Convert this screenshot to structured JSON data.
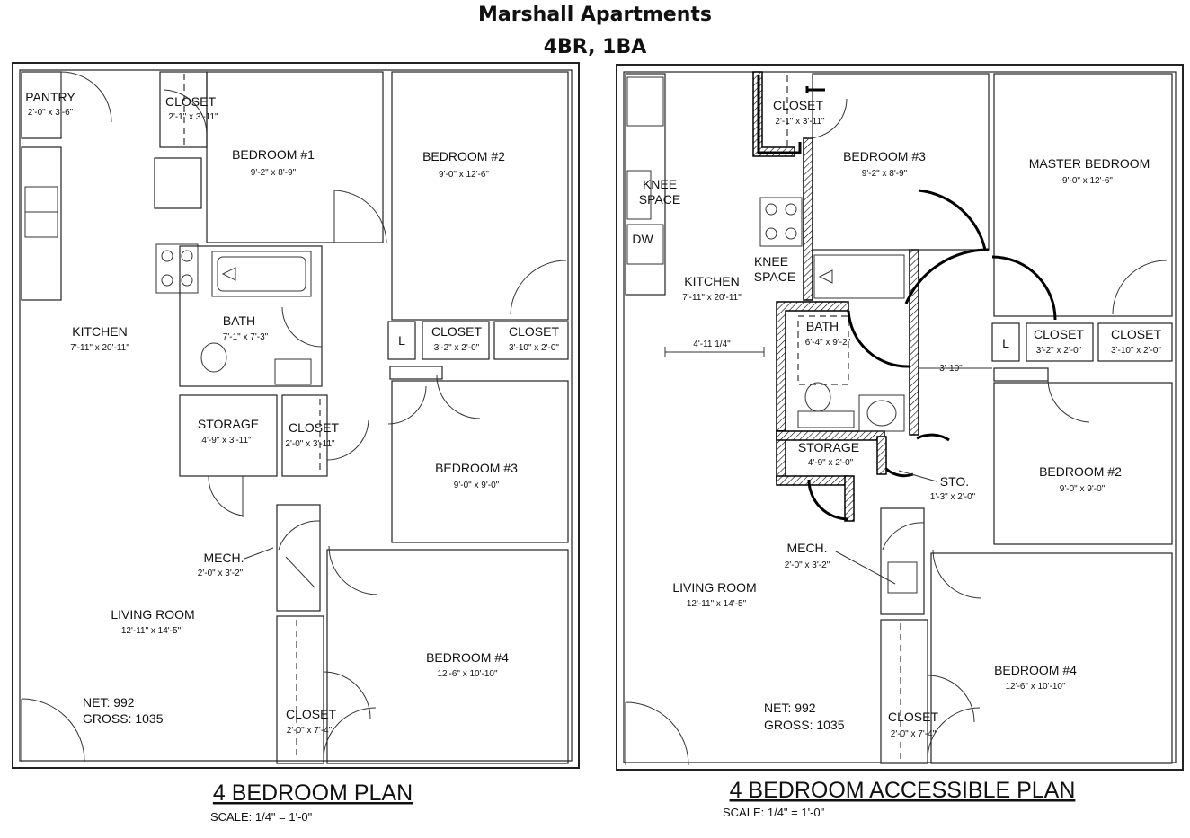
{
  "header": {
    "title": "Marshall Apartments",
    "subtitle": "4BR, 1BA"
  },
  "plan_left": {
    "title": "4 BEDROOM PLAN",
    "scale": "SCALE:  1/4\" = 1'-0\"",
    "rooms": {
      "pantry": {
        "name": "PANTRY",
        "dim": "2'-0\" x 3'-6\""
      },
      "closet_top": {
        "name": "CLOSET",
        "dim": "2'-1\" x 3'-11\""
      },
      "bedroom1": {
        "name": "BEDROOM #1",
        "dim": "9'-2\" x 8'-9\""
      },
      "bedroom2": {
        "name": "BEDROOM #2",
        "dim": "9'-0\" x 12'-6\""
      },
      "kitchen": {
        "name": "KITCHEN",
        "dim": "7'-11\" x 20'-11\""
      },
      "bath": {
        "name": "BATH",
        "dim": "7'-1\" x 7'-3\""
      },
      "closet_mid_a": {
        "name": "CLOSET",
        "dim": "3'-2\" x 2'-0\""
      },
      "closet_mid_b": {
        "name": "CLOSET",
        "dim": "3'-10\" x 2'-0\""
      },
      "linen": {
        "name": "L"
      },
      "storage": {
        "name": "STORAGE",
        "dim": "4'-9\" x 3'-11\""
      },
      "closet_store": {
        "name": "CLOSET",
        "dim": "2'-0\" x 3'-11\""
      },
      "bedroom3": {
        "name": "BEDROOM #3",
        "dim": "9'-0\" x 9'-0\""
      },
      "mech": {
        "name": "MECH.",
        "dim": "2'-0\" x 3'-2\""
      },
      "living": {
        "name": "LIVING ROOM",
        "dim": "12'-11\" x 14'-5\""
      },
      "bedroom4": {
        "name": "BEDROOM #4",
        "dim": "12'-6\" x 10'-10\""
      },
      "closet_bottom": {
        "name": "CLOSET",
        "dim": "2'-0\" x 7'-4\""
      }
    },
    "net": "NET: 992",
    "gross": "GROSS: 1035"
  },
  "plan_right": {
    "title": "4 BEDROOM ACCESSIBLE PLAN",
    "scale": "SCALE:  1/4\" = 1'-0\"",
    "rooms": {
      "knee_space_1": {
        "line1": "KNEE",
        "line2": "SPACE"
      },
      "dw": {
        "name": "DW"
      },
      "kitchen": {
        "name": "KITCHEN",
        "dim": "7'-11\" x 20'-11\""
      },
      "closet_top": {
        "name": "CLOSET",
        "dim": "2'-1\" x 3'-11\""
      },
      "bedroom3": {
        "name": "BEDROOM #3",
        "dim": "9'-2\" x 8'-9\""
      },
      "master": {
        "name": "MASTER BEDROOM",
        "dim": "9'-0\" x 12'-6\""
      },
      "knee_space_2": {
        "line1": "KNEE",
        "line2": "SPACE"
      },
      "bath": {
        "name": "BATH",
        "dim": "6'-4\" x 9'-2\""
      },
      "closet_mid_a": {
        "name": "CLOSET",
        "dim": "3'-2\" x 2'-0\""
      },
      "closet_mid_b": {
        "name": "CLOSET",
        "dim": "3'-10\" x 2'-0\""
      },
      "linen": {
        "name": "L"
      },
      "storage": {
        "name": "STORAGE",
        "dim": "4'-9\" x 2'-0\""
      },
      "sto": {
        "name": "STO.",
        "dim": "1'-3\" x 2'-0\""
      },
      "bedroom2": {
        "name": "BEDROOM #2",
        "dim": "9'-0\" x 9'-0\""
      },
      "mech": {
        "name": "MECH.",
        "dim": "2'-0\" x 3'-2\""
      },
      "living": {
        "name": "LIVING ROOM",
        "dim": "12'-11\" x 14'-5\""
      },
      "bedroom4": {
        "name": "BEDROOM #4",
        "dim": "12'-6\" x 10'-10\""
      },
      "closet_bottom": {
        "name": "CLOSET",
        "dim": "2'-0\" x 7'-4\""
      }
    },
    "dim_4_11": "4'-11 1/4\"",
    "dim_3_10": "3'-10\"",
    "net": "NET: 992",
    "gross": "GROSS: 1035"
  }
}
